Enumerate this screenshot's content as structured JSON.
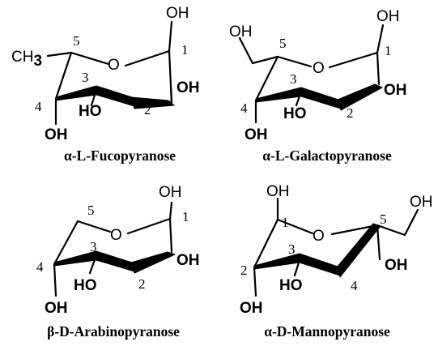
{
  "figure": {
    "fucose": {
      "caption": "α-L-Fucopyranose",
      "ring_oxygen": "O",
      "anomeric_oh": "OH",
      "oh2": "OH",
      "oh3": "HO",
      "oh4": "OH",
      "c6_group": "CH",
      "c6_subscript": "3",
      "n1": "1",
      "n2": "2",
      "n3": "3",
      "n4": "4",
      "n5": "5"
    },
    "galactose": {
      "caption": "α-L-Galactopyranose",
      "ring_oxygen": "O",
      "anomeric_oh": "OH",
      "oh2": "OH",
      "oh3": "HO",
      "oh4": "OH",
      "oh6": "OH",
      "n1": "1",
      "n2": "2",
      "n3": "3",
      "n4": "4",
      "n5": "5"
    },
    "arabinose": {
      "caption": "β-D-Arabinopyranose",
      "ring_oxygen": "O",
      "anomeric_oh": "OH",
      "oh2": "OH",
      "oh3": "HO",
      "oh4": "OH",
      "n1": "1",
      "n2": "2",
      "n3": "3",
      "n4": "4",
      "n5": "5"
    },
    "mannose": {
      "caption": "α-D-Mannopyranose",
      "ring_oxygen": "O",
      "anomeric_oh": "OH",
      "oh2": "OH",
      "oh3": "HO",
      "oh4": "OH",
      "oh6": "OH",
      "n1": "1",
      "n2": "2",
      "n3": "3",
      "n4": "4",
      "n5": "5"
    }
  }
}
